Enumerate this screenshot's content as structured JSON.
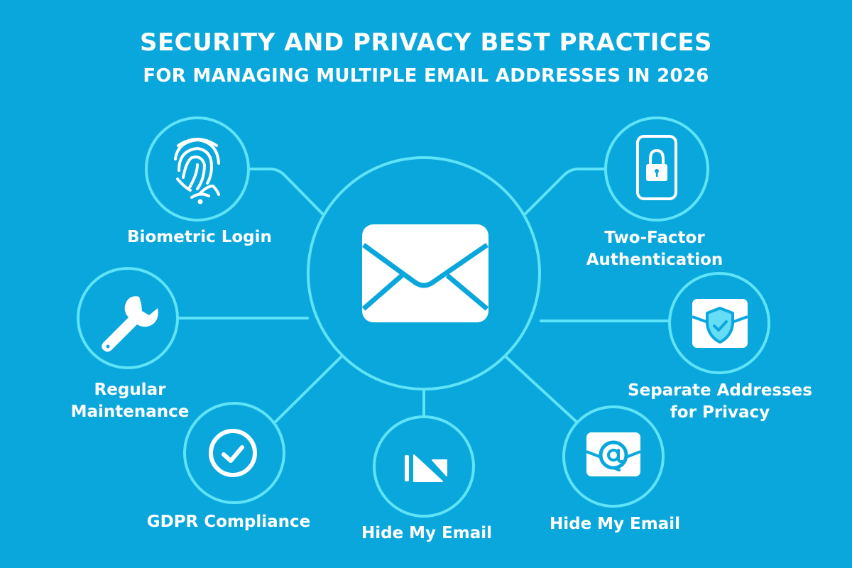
{
  "header": {
    "title": "SECURITY AND PRIVACY BEST PRACTICES",
    "subtitle": "FOR MANAGING MULTIPLE EMAIL ADDRESSES IN 2026"
  },
  "colors": {
    "background": "#0aa7dc",
    "ring": "#5ee3f7",
    "icon": "#ffffff",
    "text": "#ffffff"
  },
  "center": {
    "icon": "envelope-icon",
    "label": ""
  },
  "nodes": [
    {
      "id": "biometric-login",
      "label": "Biometric Login",
      "icon": "fingerprint-icon"
    },
    {
      "id": "two-factor-authentication",
      "label": "Two-Factor\nAuthentication",
      "label_line1": "Two-Factor",
      "label_line2": "Authentication",
      "icon": "phone-lock-icon"
    },
    {
      "id": "regular-maintenance",
      "label": "Regular\nMaintenance",
      "label_line1": "Regular",
      "label_line2": "Maintenance",
      "icon": "wrench-icon"
    },
    {
      "id": "separate-addresses",
      "label": "Separate Addresses\nfor Privacy",
      "label_line1": "Separate Addresses",
      "label_line2": "for Privacy",
      "icon": "shield-envelope-icon"
    },
    {
      "id": "gdpr-compliance",
      "label": "GDPR Compliance",
      "icon": "check-circle-icon"
    },
    {
      "id": "hide-my-email-center",
      "label": "Hide My Email",
      "icon": "hidden-mail-icon"
    },
    {
      "id": "hide-my-email-right",
      "label": "Hide My Email",
      "icon": "at-envelope-icon"
    }
  ]
}
